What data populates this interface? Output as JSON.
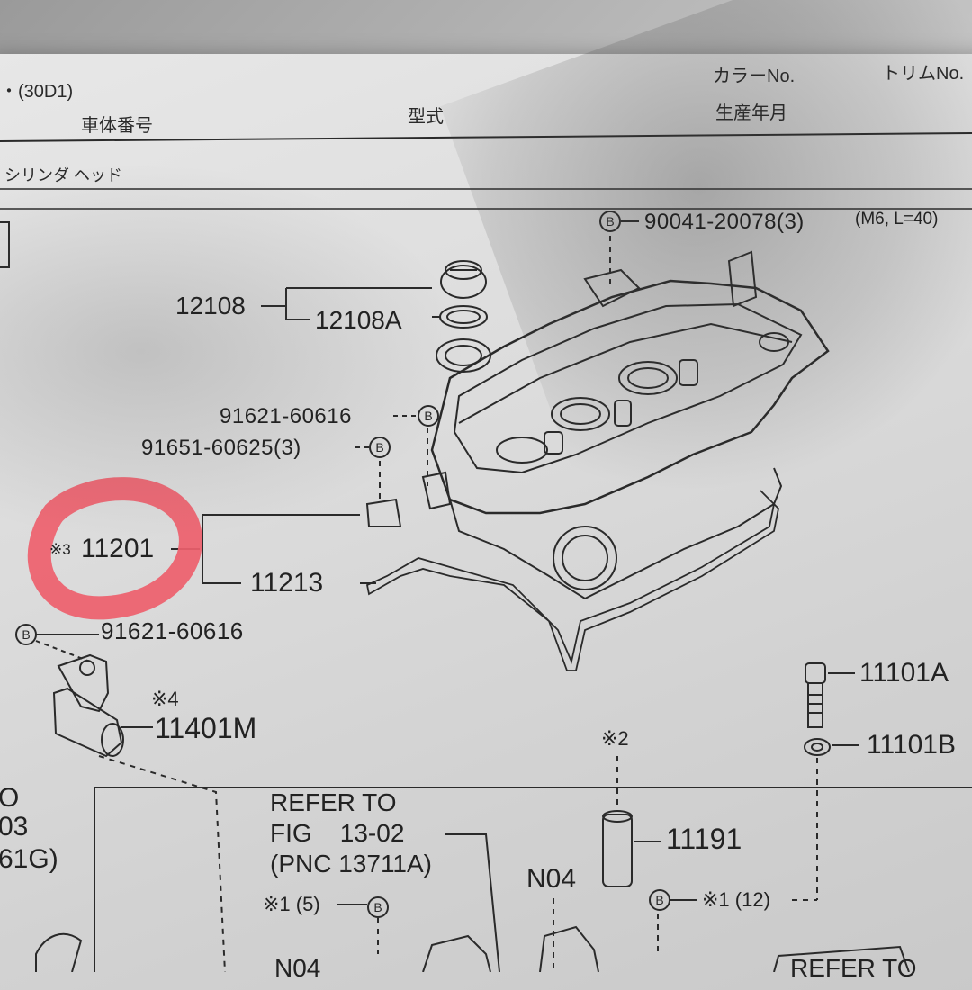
{
  "header": {
    "model_code": "・(30D1)",
    "body_number_label": "車体番号",
    "type_label": "型式",
    "color_label": "カラーNo.",
    "trim_label": "トリムNo.",
    "production_date_label": "生産年月",
    "section_title": "シリンダ ヘッド"
  },
  "parts": {
    "p90041": "90041-20078(3)",
    "bolt_spec": "(M6, L=40)",
    "p12108": "12108",
    "p12108A": "12108A",
    "p91621a": "91621-60616",
    "p91651": "91651-60625(3)",
    "p11201_prefix": "※3",
    "p11201": "11201",
    "p11213": "11213",
    "p91621b": "91621-60616",
    "p11401M": "11401M",
    "note4": "※4",
    "p11101A": "11101A",
    "p11101B": "11101B",
    "note2": "※2",
    "p11191": "11191",
    "refer1": "REFER TO",
    "refer2": "FIG    13-02",
    "refer3": "(PNC 13711A)",
    "n04a": "N04",
    "n04b": "N04",
    "note1_5": "※1 (5)",
    "note1_12": "※1 (12)",
    "left_frag1": "O",
    "left_frag2": "03",
    "left_frag3": "61G)",
    "refer_bottom": "REFER TO",
    "b_marker": "B"
  },
  "annotation": {
    "highlight_color": "#ee5f6c",
    "highlighted_part": "11201"
  }
}
